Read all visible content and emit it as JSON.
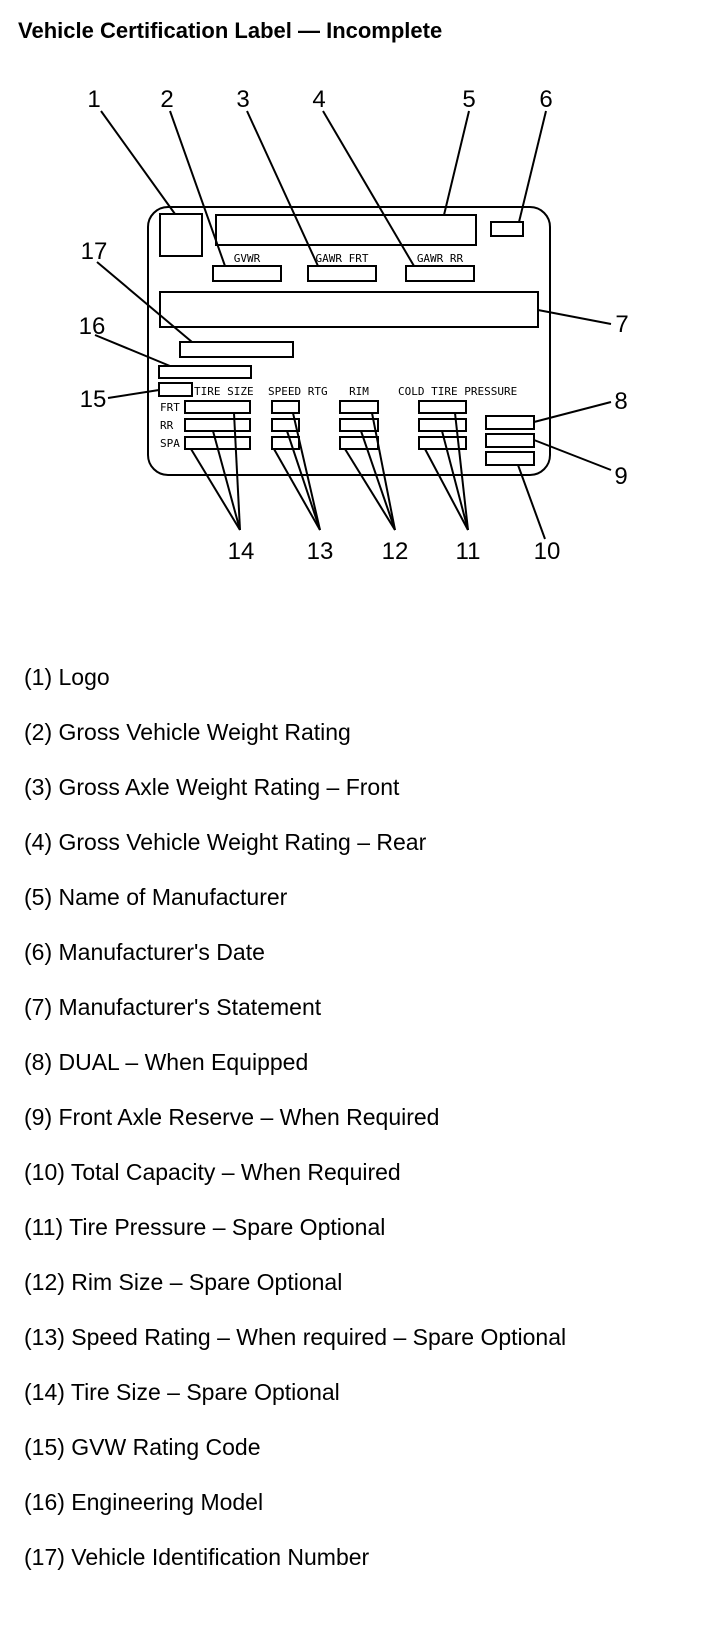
{
  "title": "Vehicle Certification Label — Incomplete",
  "diagram": {
    "callouts": [
      "1",
      "2",
      "3",
      "4",
      "5",
      "6",
      "7",
      "8",
      "9",
      "10",
      "11",
      "12",
      "13",
      "14",
      "15",
      "16",
      "17"
    ],
    "labels": {
      "gvwr": "GVWR",
      "gawr_frt": "GAWR FRT",
      "gawr_rr": "GAWR RR",
      "tire_size": "TIRE SIZE",
      "speed_rtg": "SPEED RTG",
      "rim": "RIM",
      "cold_tire_pressure": "COLD TIRE PRESSURE",
      "frt": "FRT",
      "rr": "RR",
      "spa": "SPA"
    }
  },
  "legend": [
    "(1) Logo",
    "(2) Gross Vehicle Weight Rating",
    "(3) Gross Axle Weight Rating – Front",
    "(4) Gross Vehicle Weight Rating – Rear",
    "(5) Name of Manufacturer",
    "(6) Manufacturer's Date",
    "(7) Manufacturer's Statement",
    "(8) DUAL – When Equipped",
    "(9) Front Axle Reserve – When Required",
    "(10) Total Capacity – When Required",
    "(11) Tire Pressure – Spare Optional",
    "(12) Rim Size – Spare Optional",
    "(13) Speed Rating – When required – Spare Optional",
    "(14) Tire Size – Spare Optional",
    "(15) GVW Rating Code",
    "(16) Engineering Model",
    "(17) Vehicle Identification Number"
  ]
}
